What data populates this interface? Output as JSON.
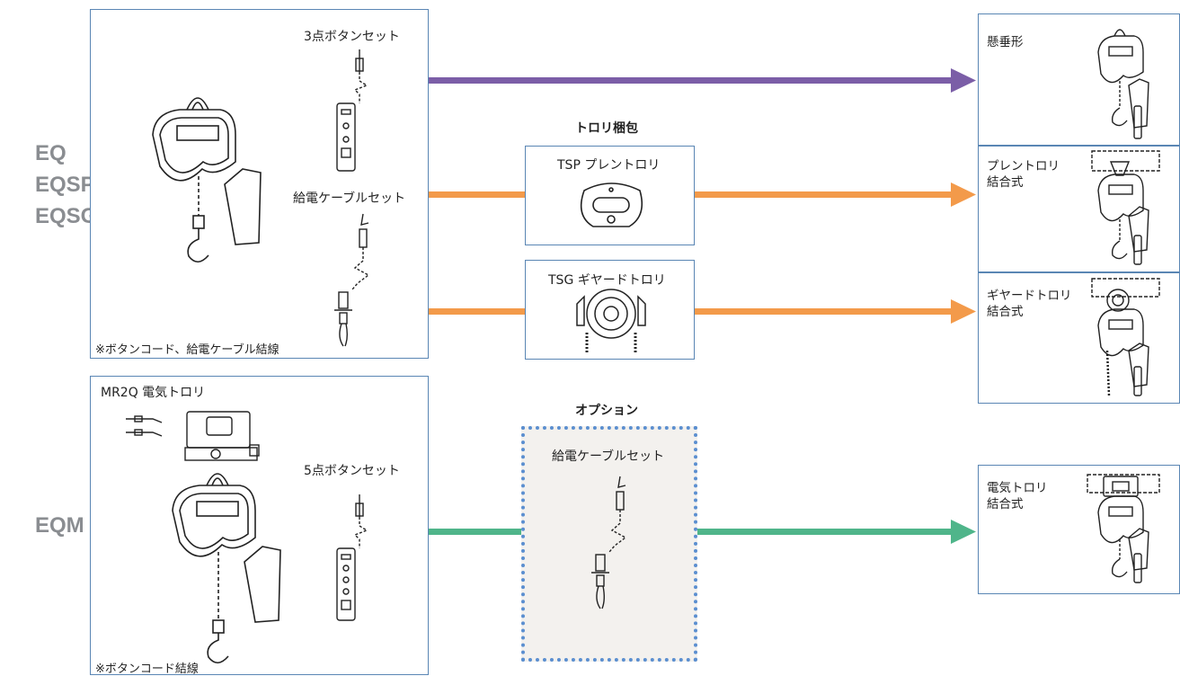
{
  "models_top": [
    "EQ",
    "EQSP",
    "EQSG"
  ],
  "model_bottom": "EQM",
  "left_top": {
    "button_set": "3点ボタンセット",
    "cable_set": "給電ケーブルセット",
    "note": "※ボタンコード、給電ケーブル結線"
  },
  "left_bottom": {
    "trolley": "MR2Q 電気トロリ",
    "button_set": "5点ボタンセット",
    "note": "※ボタンコード結線"
  },
  "middle": {
    "trolley_pack_title": "トロリ梱包",
    "tsp": "TSP プレントロリ",
    "tsg": "TSG ギヤードトロリ",
    "option_title": "オプション",
    "option_cable": "給電ケーブルセット"
  },
  "results": {
    "suspended": "懸垂形",
    "plain_line1": "プレントロリ",
    "plain_line2": "結合式",
    "geared_line1": "ギヤードトロリ",
    "geared_line2": "結合式",
    "electric_line1": "電気トロリ",
    "electric_line2": "結合式"
  },
  "colors": {
    "purple_arrow": "#7b5ea7",
    "orange_arrow": "#f39a4a",
    "green_arrow": "#4fb58a",
    "box_border": "#5a86b4",
    "option_border": "#5b8fd0",
    "model_text": "#8a8d91"
  }
}
